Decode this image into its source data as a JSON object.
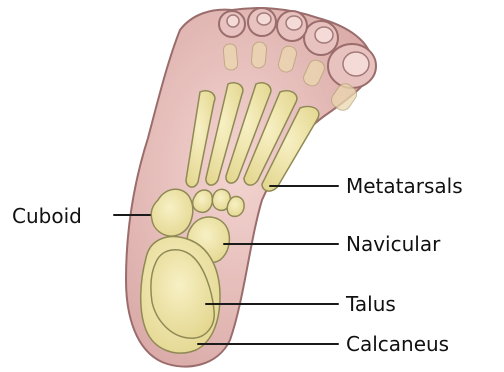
{
  "diagram": {
    "labels": {
      "cuboid": "Cuboid",
      "metatarsals": "Metatarsals",
      "navicular": "Navicular",
      "talus": "Talus",
      "calcaneus": "Calcaneus"
    }
  },
  "colors": {
    "skin": "#e7c2c0",
    "skin_edge": "#9a6d6c",
    "bone": "#f0e6a6",
    "bone_edge": "#8f8a55",
    "line": "#1a1a1a"
  }
}
